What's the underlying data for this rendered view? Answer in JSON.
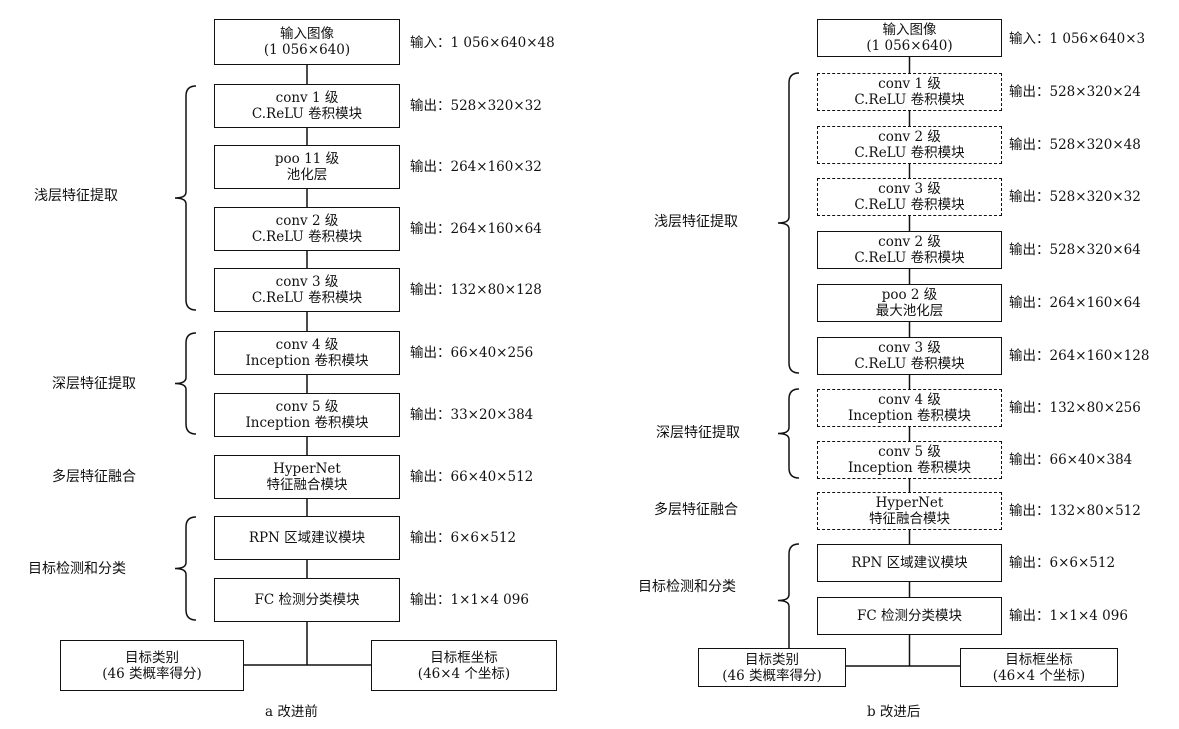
{
  "panel_a": {
    "caption": "a 改进前",
    "input": {
      "l1": "输入图像",
      "l2": "(1 056×640)",
      "out": "输入：1 056×640×48"
    },
    "blocks": [
      {
        "l1": "conv 1 级",
        "l2": "C.ReLU 卷积模块",
        "out": "输出：528×320×32",
        "dashed": false
      },
      {
        "l1": "poo 11 级",
        "l2": "池化层",
        "out": "输出：264×160×32",
        "dashed": false
      },
      {
        "l1": "conv 2 级",
        "l2": "C.ReLU 卷积模块",
        "out": "输出：264×160×64",
        "dashed": false
      },
      {
        "l1": "conv 3 级",
        "l2": "C.ReLU 卷积模块",
        "out": "输出：132×80×128",
        "dashed": false
      },
      {
        "l1": "conv 4 级",
        "l2": "Inception 卷积模块",
        "out": "输出：66×40×256",
        "dashed": false
      },
      {
        "l1": "conv 5 级",
        "l2": "Inception 卷积模块",
        "out": "输出：33×20×384",
        "dashed": false
      },
      {
        "l1": "HyperNet",
        "l2": "特征融合模块",
        "out": "输出：66×40×512",
        "dashed": false
      },
      {
        "l1": "RPN 区域建议模块",
        "l2": "",
        "out": "输出：6×6×512",
        "dashed": false
      },
      {
        "l1": "FC 检测分类模块",
        "l2": "",
        "out": "输出：1×1×4 096",
        "dashed": false
      }
    ],
    "groups": {
      "shallow": "浅层特征提取",
      "deep": "深层特征提取",
      "fusion": "多层特征融合",
      "detect": "目标检测和分类"
    },
    "results": {
      "class_l1": "目标类别",
      "class_l2": "(46 类概率得分)",
      "bbox_l1": "目标框坐标",
      "bbox_l2": "(46×4 个坐标)"
    }
  },
  "panel_b": {
    "caption": "b 改进后",
    "input": {
      "l1": "输入图像",
      "l2": "(1 056×640)",
      "out": "输入：1 056×640×3"
    },
    "blocks": [
      {
        "l1": "conv 1 级",
        "l2": "C.ReLU 卷积模块",
        "out": "输出：528×320×24",
        "dashed": true
      },
      {
        "l1": "conv 2 级",
        "l2": "C.ReLU 卷积模块",
        "out": "输出：528×320×48",
        "dashed": true
      },
      {
        "l1": "conv 3 级",
        "l2": "C.ReLU 卷积模块",
        "out": "输出：528×320×32",
        "dashed": true
      },
      {
        "l1": "conv 2 级",
        "l2": "C.ReLU 卷积模块",
        "out": "输出：528×320×64",
        "dashed": false
      },
      {
        "l1": "poo 2 级",
        "l2": "最大池化层",
        "out": "输出：264×160×64",
        "dashed": false
      },
      {
        "l1": "conv 3 级",
        "l2": "C.ReLU 卷积模块",
        "out": "输出：264×160×128",
        "dashed": false
      },
      {
        "l1": "conv 4 级",
        "l2": "Inception 卷积模块",
        "out": "输出：132×80×256",
        "dashed": true
      },
      {
        "l1": "conv 5 级",
        "l2": "Inception 卷积模块",
        "out": "输出：66×40×384",
        "dashed": true
      },
      {
        "l1": "HyperNet",
        "l2": "特征融合模块",
        "out": "输出：132×80×512",
        "dashed": true
      },
      {
        "l1": "RPN 区域建议模块",
        "l2": "",
        "out": "输出：6×6×512",
        "dashed": false
      },
      {
        "l1": "FC 检测分类模块",
        "l2": "",
        "out": "输出：1×1×4 096",
        "dashed": false
      }
    ],
    "groups": {
      "shallow": "浅层特征提取",
      "deep": "深层特征提取",
      "fusion": "多层特征融合",
      "detect": "目标检测和分类"
    },
    "results": {
      "class_l1": "目标类别",
      "class_l2": "(46 类概率得分)",
      "bbox_l1": "目标框坐标",
      "bbox_l2": "(46×4 个坐标)"
    }
  }
}
